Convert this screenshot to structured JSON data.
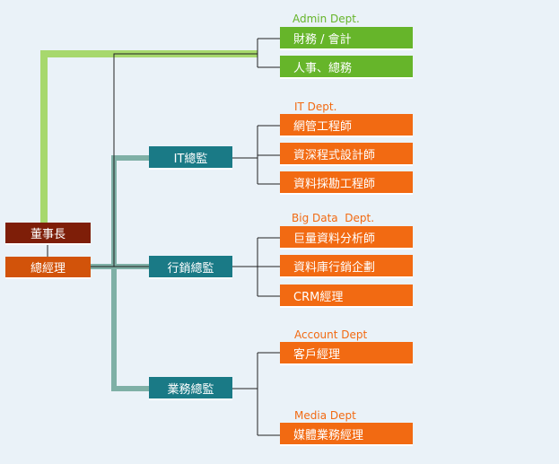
{
  "colors": {
    "background": "#eaf2f8",
    "green": "#66b52a",
    "orange": "#f26a12",
    "teal": "#1a7a86",
    "exec": "#d2530a",
    "board": "#7e1e08"
  },
  "executives": {
    "chairman": "董事長",
    "gm": "總經理"
  },
  "directors": {
    "it": "IT總監",
    "marketing": "行銷總監",
    "sales": "業務總監"
  },
  "departments": {
    "admin": {
      "title": "Admin Dept.",
      "roles": [
        "財務 / 會計",
        "人事、總務"
      ]
    },
    "it": {
      "title": "IT Dept.",
      "roles": [
        "網管工程師",
        "資深程式設計師",
        "資料採勘工程師"
      ]
    },
    "bigdata": {
      "title": "Big Data  Dept.",
      "roles": [
        "巨量資料分析師",
        "資料庫行銷企劃",
        "CRM經理"
      ]
    },
    "account": {
      "title": "Account Dept",
      "roles": [
        "客戶經理"
      ]
    },
    "media": {
      "title": "Media Dept",
      "roles": [
        "媒體業務經理"
      ]
    }
  }
}
